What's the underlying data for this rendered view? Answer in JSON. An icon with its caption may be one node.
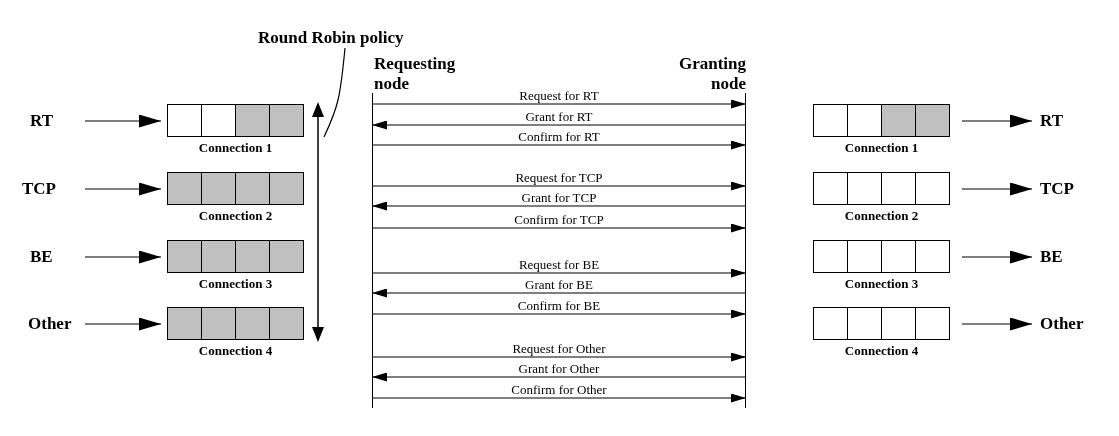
{
  "diagram": {
    "nodes": [
      {
        "text": [
          "Round Robin policy"
        ]
      },
      {
        "text": [
          "Requesting node"
        ]
      },
      {
        "text": [
          "Granting node"
        ]
      },
      {
        "text": [
          "RT"
        ]
      },
      {
        "text": [
          "Connection 1"
        ]
      },
      {
        "text": [
          "Connection 1"
        ]
      },
      {
        "text": [
          "RT"
        ]
      },
      {
        "text": [
          "TCP"
        ]
      },
      {
        "text": [
          "Connection 2"
        ]
      },
      {
        "text": [
          "Connection 2"
        ]
      },
      {
        "text": [
          "TCP"
        ]
      },
      {
        "text": [
          "BE"
        ]
      },
      {
        "text": [
          "Connection 3"
        ]
      },
      {
        "text": [
          "Connection 3"
        ]
      },
      {
        "text": [
          "BE"
        ]
      },
      {
        "text": [
          "Other"
        ]
      },
      {
        "text": [
          "Connection 4"
        ]
      },
      {
        "text": [
          "Connection 4"
        ]
      },
      {
        "text": [
          "Other"
        ]
      },
      {
        "text": [],
        "shape": "arrow"
      }
    ],
    "edges": [
      {
        "from": 0,
        "to": 19,
        "arrow": "none"
      },
      {
        "from": 3,
        "to": 4,
        "arrow": "to"
      },
      {
        "from": 7,
        "to": 8,
        "arrow": "to"
      },
      {
        "from": 11,
        "to": 12,
        "arrow": "to"
      },
      {
        "from": 15,
        "to": 16,
        "arrow": "to"
      },
      {
        "from": 5,
        "to": 6,
        "arrow": "to"
      },
      {
        "from": 9,
        "to": 10,
        "arrow": "to"
      },
      {
        "from": 13,
        "to": 14,
        "arrow": "to"
      },
      {
        "from": 17,
        "to": 18,
        "arrow": "to"
      },
      {
        "from": 1,
        "to": 2,
        "arrow": "to",
        "label": "Request for RT"
      },
      {
        "from": 2,
        "to": 1,
        "arrow": "to",
        "label": "Grant for RT"
      },
      {
        "from": 1,
        "to": 2,
        "arrow": "to",
        "label": "Confirm for RT"
      },
      {
        "from": 1,
        "to": 2,
        "arrow": "to",
        "label": "Request for TCP"
      },
      {
        "from": 2,
        "to": 1,
        "arrow": "to",
        "label": "Grant for TCP"
      },
      {
        "from": 1,
        "to": 2,
        "arrow": "to",
        "label": "Confirm for TCP"
      },
      {
        "from": 1,
        "to": 2,
        "arrow": "to",
        "label": "Request for BE"
      },
      {
        "from": 2,
        "to": 1,
        "arrow": "to",
        "label": "Grant for BE"
      },
      {
        "from": 1,
        "to": 2,
        "arrow": "to",
        "label": "Confirm for BE"
      },
      {
        "from": 1,
        "to": 2,
        "arrow": "to",
        "label": "Request for Other"
      },
      {
        "from": 2,
        "to": 1,
        "arrow": "to",
        "label": "Grant for Other"
      },
      {
        "from": 1,
        "to": 2,
        "arrow": "to",
        "label": "Confirm for Other"
      }
    ]
  }
}
